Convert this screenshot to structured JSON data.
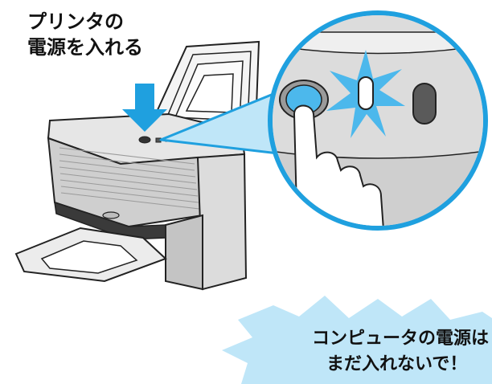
{
  "instruction": {
    "line1": "プリンタの",
    "line2": "電源を入れる"
  },
  "warning": {
    "line1": "コンピュータの電源は",
    "line2": "まだ入れないで！"
  },
  "colors": {
    "accent_blue": "#1fa0df",
    "light_blue": "#bfe6f8",
    "button_blue": "#4cb8ec",
    "printer_gray": "#d6d6d6",
    "outline": "#222222"
  },
  "icons": {
    "pointer": "down-arrow-icon",
    "power_light": "flash-burst-icon",
    "hand": "finger-press-icon"
  }
}
